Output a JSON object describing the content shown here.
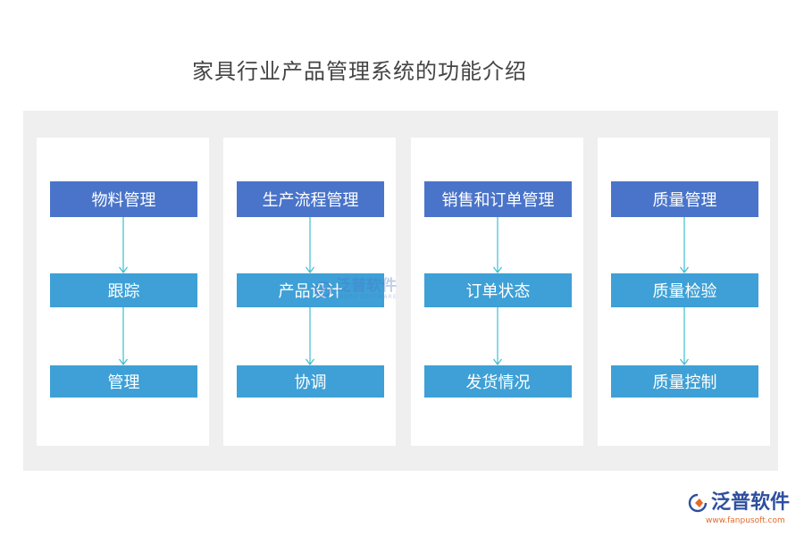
{
  "title": "家具行业产品管理系统的功能介绍",
  "columns": [
    {
      "head": "物料管理",
      "mid": "跟踪",
      "low": "管理"
    },
    {
      "head": "生产流程管理",
      "mid": "产品设计",
      "low": "协调"
    },
    {
      "head": "销售和订单管理",
      "mid": "订单状态",
      "low": "发货情况"
    },
    {
      "head": "质量管理",
      "mid": "质量检验",
      "low": "质量控制"
    }
  ],
  "watermark": {
    "name": "泛普软件",
    "sub": "FANPU SOFTWARE"
  },
  "brand": {
    "name": "泛普软件",
    "url": "www.fanpusoft.com"
  },
  "colors": {
    "head": "#4a74c9",
    "item": "#3ea0d6",
    "arrow": "#3bbfd0",
    "panel": "#efefef",
    "brand": "#2e4f9e",
    "url": "#e56a2c"
  }
}
